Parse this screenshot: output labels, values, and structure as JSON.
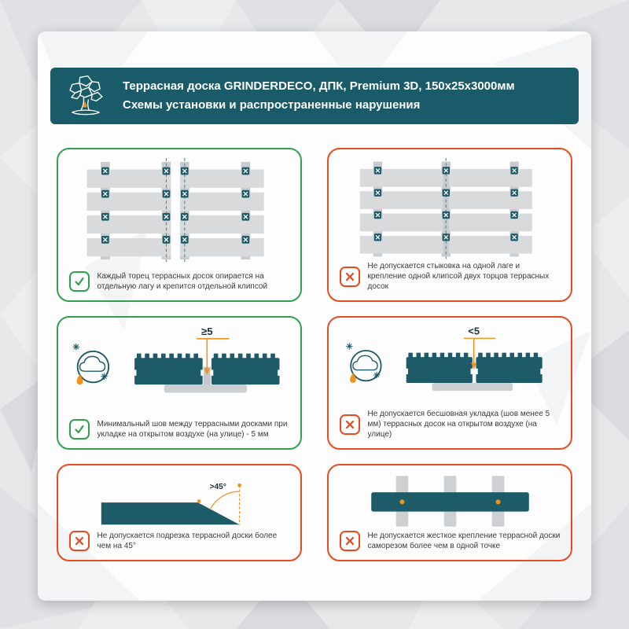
{
  "header": {
    "line1": "Террасная доска GRINDERDECO, ДПК, Premium 3D, 150х25х3000мм",
    "line2": "Схемы установки и распространенные нарушения"
  },
  "panels": {
    "p1": {
      "status": "correct",
      "caption": "Каждый торец террасных досок опирается на отдельную лагу и крепится отдельной клипсой"
    },
    "p2": {
      "status": "violation",
      "caption": "Не допускается стыковка на одной лаге и крепление одной клипсой двух торцов террасных досок"
    },
    "p3": {
      "status": "correct",
      "label": "≥5",
      "caption": "Минимальный шов между террасными досками при укладке на открытом воздухе (на улице) - 5 мм"
    },
    "p4": {
      "status": "violation",
      "label": "<5",
      "caption": "Не допускается бесшовная укладка (шов менее 5 мм) террасных досок на открытом воздухе (на улице)"
    },
    "p5": {
      "status": "violation",
      "label": ">45°",
      "caption": "Не допускается подрезка террасной доски более чем на 45°"
    },
    "p6": {
      "status": "violation",
      "caption": "Не допускается жесткое крепление террасной доски саморезом более чем в одной точке"
    }
  },
  "icons": {
    "logo": "grinderdeco-tree-logo",
    "correct": "green-check",
    "violation": "red-cross",
    "weather": "outdoor-weather-cloud-snow-rain-icon",
    "clip": "deck-clip-cross-marker"
  },
  "colors": {
    "header_teal": "#195b68",
    "board_teal": "#1d5b68",
    "ok_green": "#31a04f",
    "violation_red": "#ea4a1e",
    "accent_orange": "#f2921d",
    "board_gray": "#d8dadb",
    "joist_gray": "#c9ccce"
  }
}
